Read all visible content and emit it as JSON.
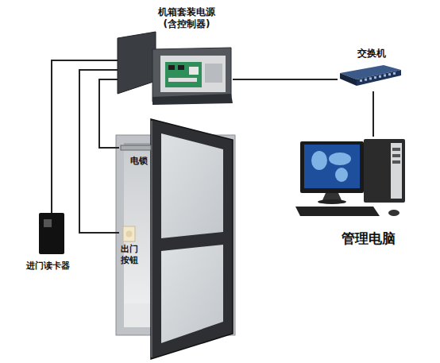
{
  "diagram": {
    "nodes": [
      {
        "text": [
          "机箱套装电源 (含控制器)"
        ]
      },
      {
        "text": [
          "交换机"
        ]
      },
      {
        "text": [
          "管理电脑"
        ]
      },
      {
        "text": [
          "电锁"
        ]
      },
      {
        "text": [
          "出门 按钮"
        ]
      },
      {
        "text": [
          "进门读卡器"
        ]
      }
    ],
    "edges": [
      {
        "from": 0,
        "to": 1,
        "arrow": "none"
      },
      {
        "from": 1,
        "to": 2,
        "arrow": "none"
      },
      {
        "from": 0,
        "to": 3,
        "arrow": "none"
      },
      {
        "from": 0,
        "to": 4,
        "arrow": "none"
      },
      {
        "from": 0,
        "to": 5,
        "arrow": "none"
      }
    ]
  }
}
